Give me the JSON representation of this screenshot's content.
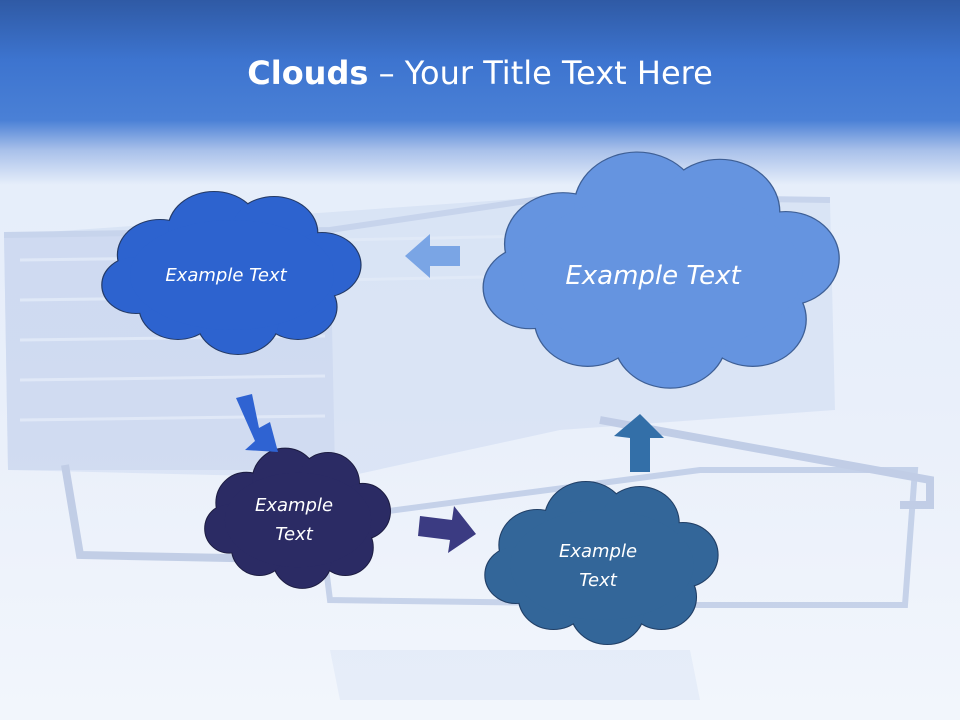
{
  "title": {
    "bold_part": "Clouds",
    "separator": " – ",
    "rest": "Your Title Text Here"
  },
  "clouds": [
    {
      "id": "top-left",
      "lines": [
        "Example Text"
      ],
      "fill": "#2d63cf"
    },
    {
      "id": "top-right",
      "lines": [
        "Example Text"
      ],
      "fill": "#6594e0"
    },
    {
      "id": "middle-left",
      "lines": [
        "Example",
        "Text"
      ],
      "fill": "#2b2b64"
    },
    {
      "id": "bottom-right",
      "lines": [
        "Example",
        "Text"
      ],
      "fill": "#336699"
    }
  ],
  "arrows": [
    {
      "direction": "left",
      "fill": "#6f9de3"
    },
    {
      "direction": "down-right",
      "fill": "#2f63d2"
    },
    {
      "direction": "right",
      "fill": "#3b3b82"
    },
    {
      "direction": "up",
      "fill": "#336fa8"
    }
  ],
  "colors": {
    "header": "#3d74cf",
    "cloud_outline": "#243a66",
    "title_text": "#ffffff"
  }
}
